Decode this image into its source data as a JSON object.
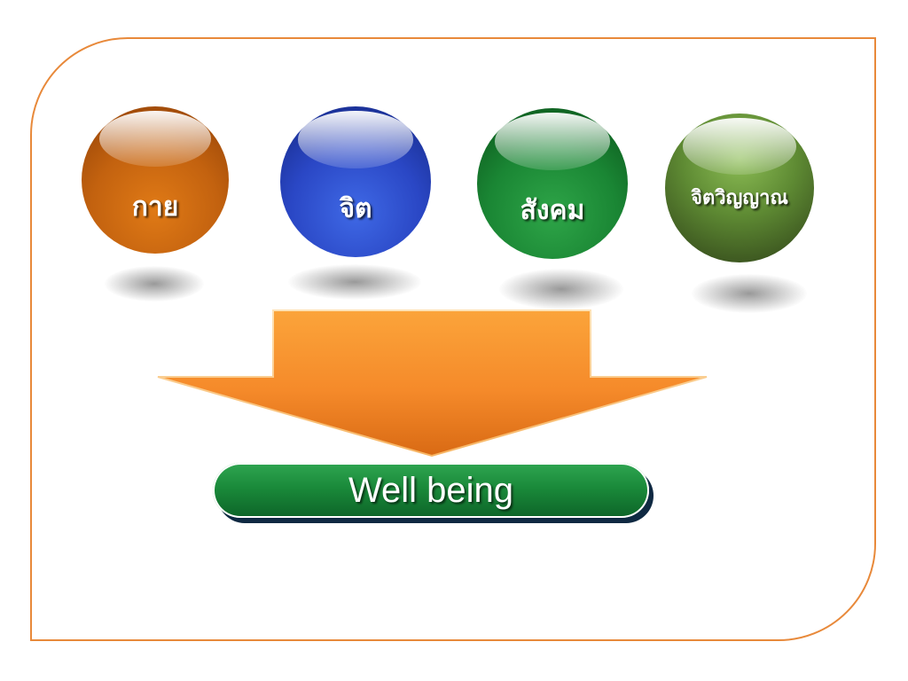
{
  "spheres": [
    {
      "label": "กาย",
      "color": "#c3620f"
    },
    {
      "label": "จิต",
      "color": "#2a47c5"
    },
    {
      "label": "สังคม",
      "color": "#1a8634"
    },
    {
      "label": "จิตวิญญาณ",
      "color": "#5e8a33"
    }
  ],
  "arrow": {
    "color": "#f58a2a"
  },
  "banner": {
    "label": "Well being",
    "color": "#1a8a3a"
  },
  "frame": {
    "border_color": "#e8893a"
  }
}
